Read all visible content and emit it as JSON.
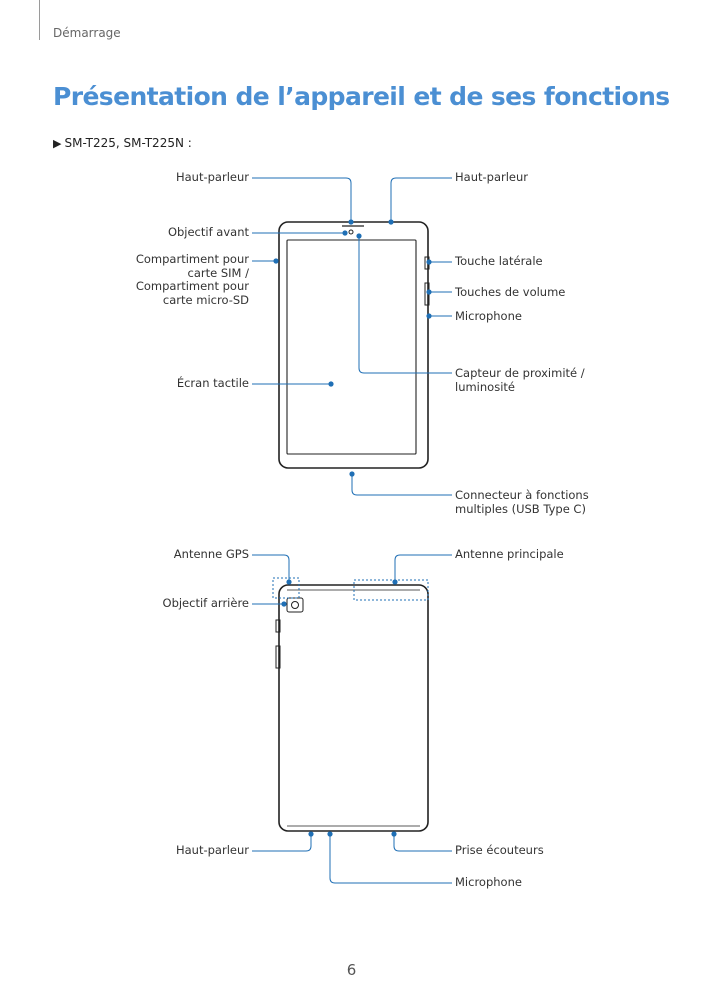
{
  "header": {
    "section": "Démarrage"
  },
  "page": {
    "title": "Présentation de l’appareil et de ses fonctions",
    "model": "SM-T225, SM-T225N :",
    "page_number": "6"
  },
  "front": {
    "labels": {
      "speaker_left": "Haut-parleur",
      "front_camera": "Objectif avant",
      "sim_tray": [
        "Compartiment pour",
        "carte SIM /",
        "Compartiment pour",
        "carte micro-SD"
      ],
      "touchscreen": "Écran tactile",
      "speaker_right": "Haut-parleur",
      "side_key": "Touche latérale",
      "volume_keys": "Touches de volume",
      "microphone": "Microphone",
      "proximity_sensor": [
        "Capteur de proximité /",
        "luminosité"
      ],
      "usb_port": [
        "Connecteur à fonctions",
        "multiples (USB Type C)"
      ]
    }
  },
  "back": {
    "labels": {
      "gps_antenna": "Antenne GPS",
      "rear_camera": "Objectif arrière",
      "main_antenna": "Antenne principale",
      "speaker": "Haut-parleur",
      "headset_jack": "Prise écouteurs",
      "microphone": "Microphone"
    }
  },
  "colors": {
    "accent": "#4b8fd3",
    "leader": "#1f6fb5"
  }
}
